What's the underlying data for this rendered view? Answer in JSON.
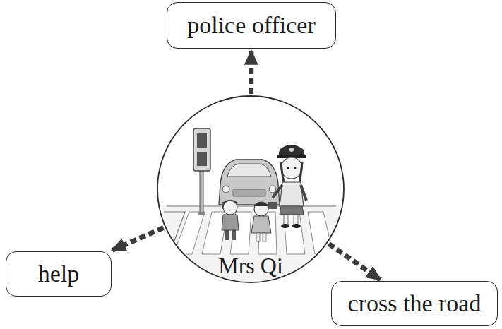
{
  "diagram": {
    "nodes": [
      {
        "text": [
          "police officer"
        ]
      },
      {
        "text": [
          "Mrs Qi"
        ]
      },
      {
        "text": [
          "help"
        ]
      },
      {
        "text": [
          "cross the road"
        ]
      }
    ],
    "edges": [
      {
        "from": 1,
        "to": 0,
        "arrow": "to"
      },
      {
        "from": 1,
        "to": 2,
        "arrow": "to"
      },
      {
        "from": 1,
        "to": 3,
        "arrow": "to"
      }
    ]
  }
}
